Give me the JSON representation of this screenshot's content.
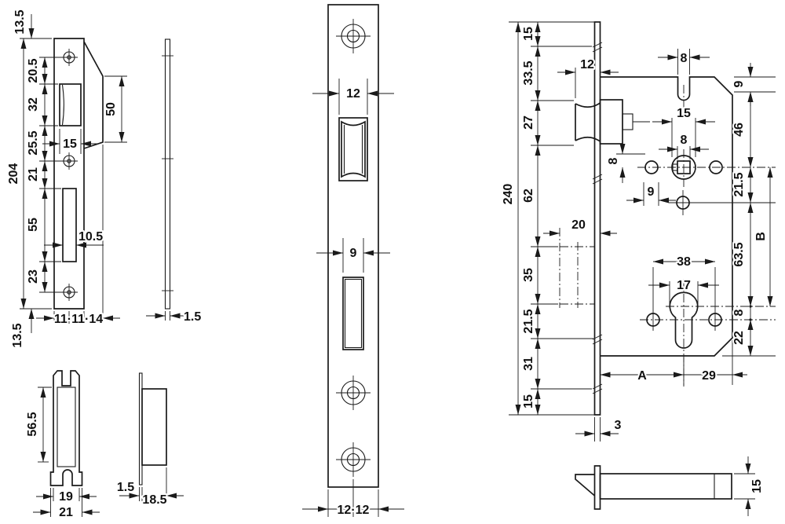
{
  "page": {
    "background": "#ffffff",
    "line_color": "#1a1a1a"
  },
  "dims": {
    "sp_135_top": "13.5",
    "sp_204": "204",
    "sp_205": "20.5",
    "sp_32": "32",
    "sp_255": "25.5",
    "sp_21": "21",
    "sp_55": "55",
    "sp_23": "23",
    "sp_15": "15",
    "sp_105": "10.5",
    "sp_50": "50",
    "sp_11x": "11·11·14",
    "sp_135_bot": "13.5",
    "sps_15": "1.5",
    "db_565": "56.5",
    "db_19": "19",
    "db_21": "21",
    "dbs_15": "1.5",
    "dbs_185": "18.5",
    "fp_12": "12",
    "fp_9": "9",
    "fp_1212": "12·12",
    "rk_240": "240",
    "rk_15t": "15",
    "rk_335": "33.5",
    "rk_27": "27",
    "rk_62": "62",
    "rk_35": "35",
    "rk_215l": "21.5",
    "rk_31": "31",
    "rk_15b": "15",
    "rk_12": "12",
    "rk_20": "20",
    "rk_3": "3",
    "rk_8slot": "8",
    "rk_15f": "15",
    "rk_8f": "8",
    "rk_8v": "8",
    "rk_9h": "9",
    "rk_38": "38",
    "rk_17": "17",
    "rk_A": "A",
    "rk_29": "29",
    "rk_9r": "9",
    "rk_46": "46",
    "rk_215r": "21.5",
    "rk_635": "63.5",
    "rk_B": "B",
    "rk_8r": "8",
    "rk_22": "22",
    "det_15": "15"
  }
}
